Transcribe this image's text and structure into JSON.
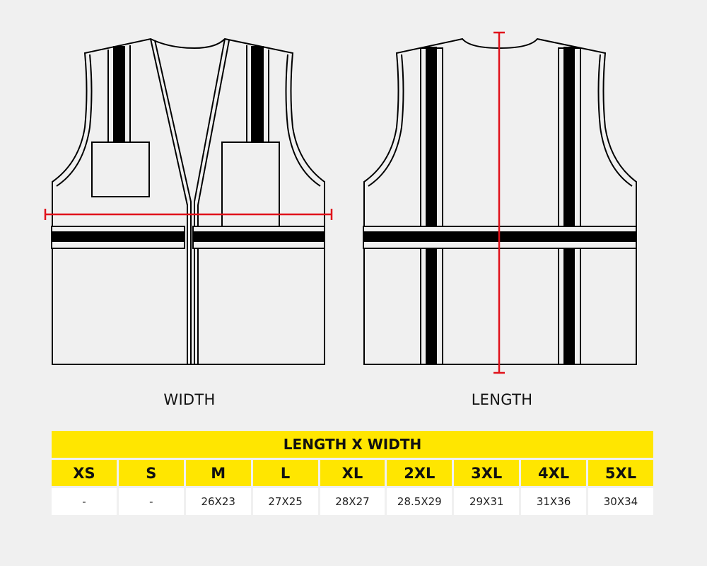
{
  "captions": {
    "front": "WIDTH",
    "back": "LENGTH"
  },
  "colors": {
    "background": "#f0f0f0",
    "outline": "#000000",
    "measure_line": "#e0121b",
    "table_header": "#ffe600",
    "table_cell": "#ffffff"
  },
  "table": {
    "title": "LENGTH X WIDTH",
    "sizes": [
      "XS",
      "S",
      "M",
      "L",
      "XL",
      "2XL",
      "3XL",
      "4XL",
      "5XL"
    ],
    "values": [
      "-",
      "-",
      "26X23",
      "27X25",
      "28X27",
      "28.5X29",
      "29X31",
      "31X36",
      "30X34"
    ]
  }
}
